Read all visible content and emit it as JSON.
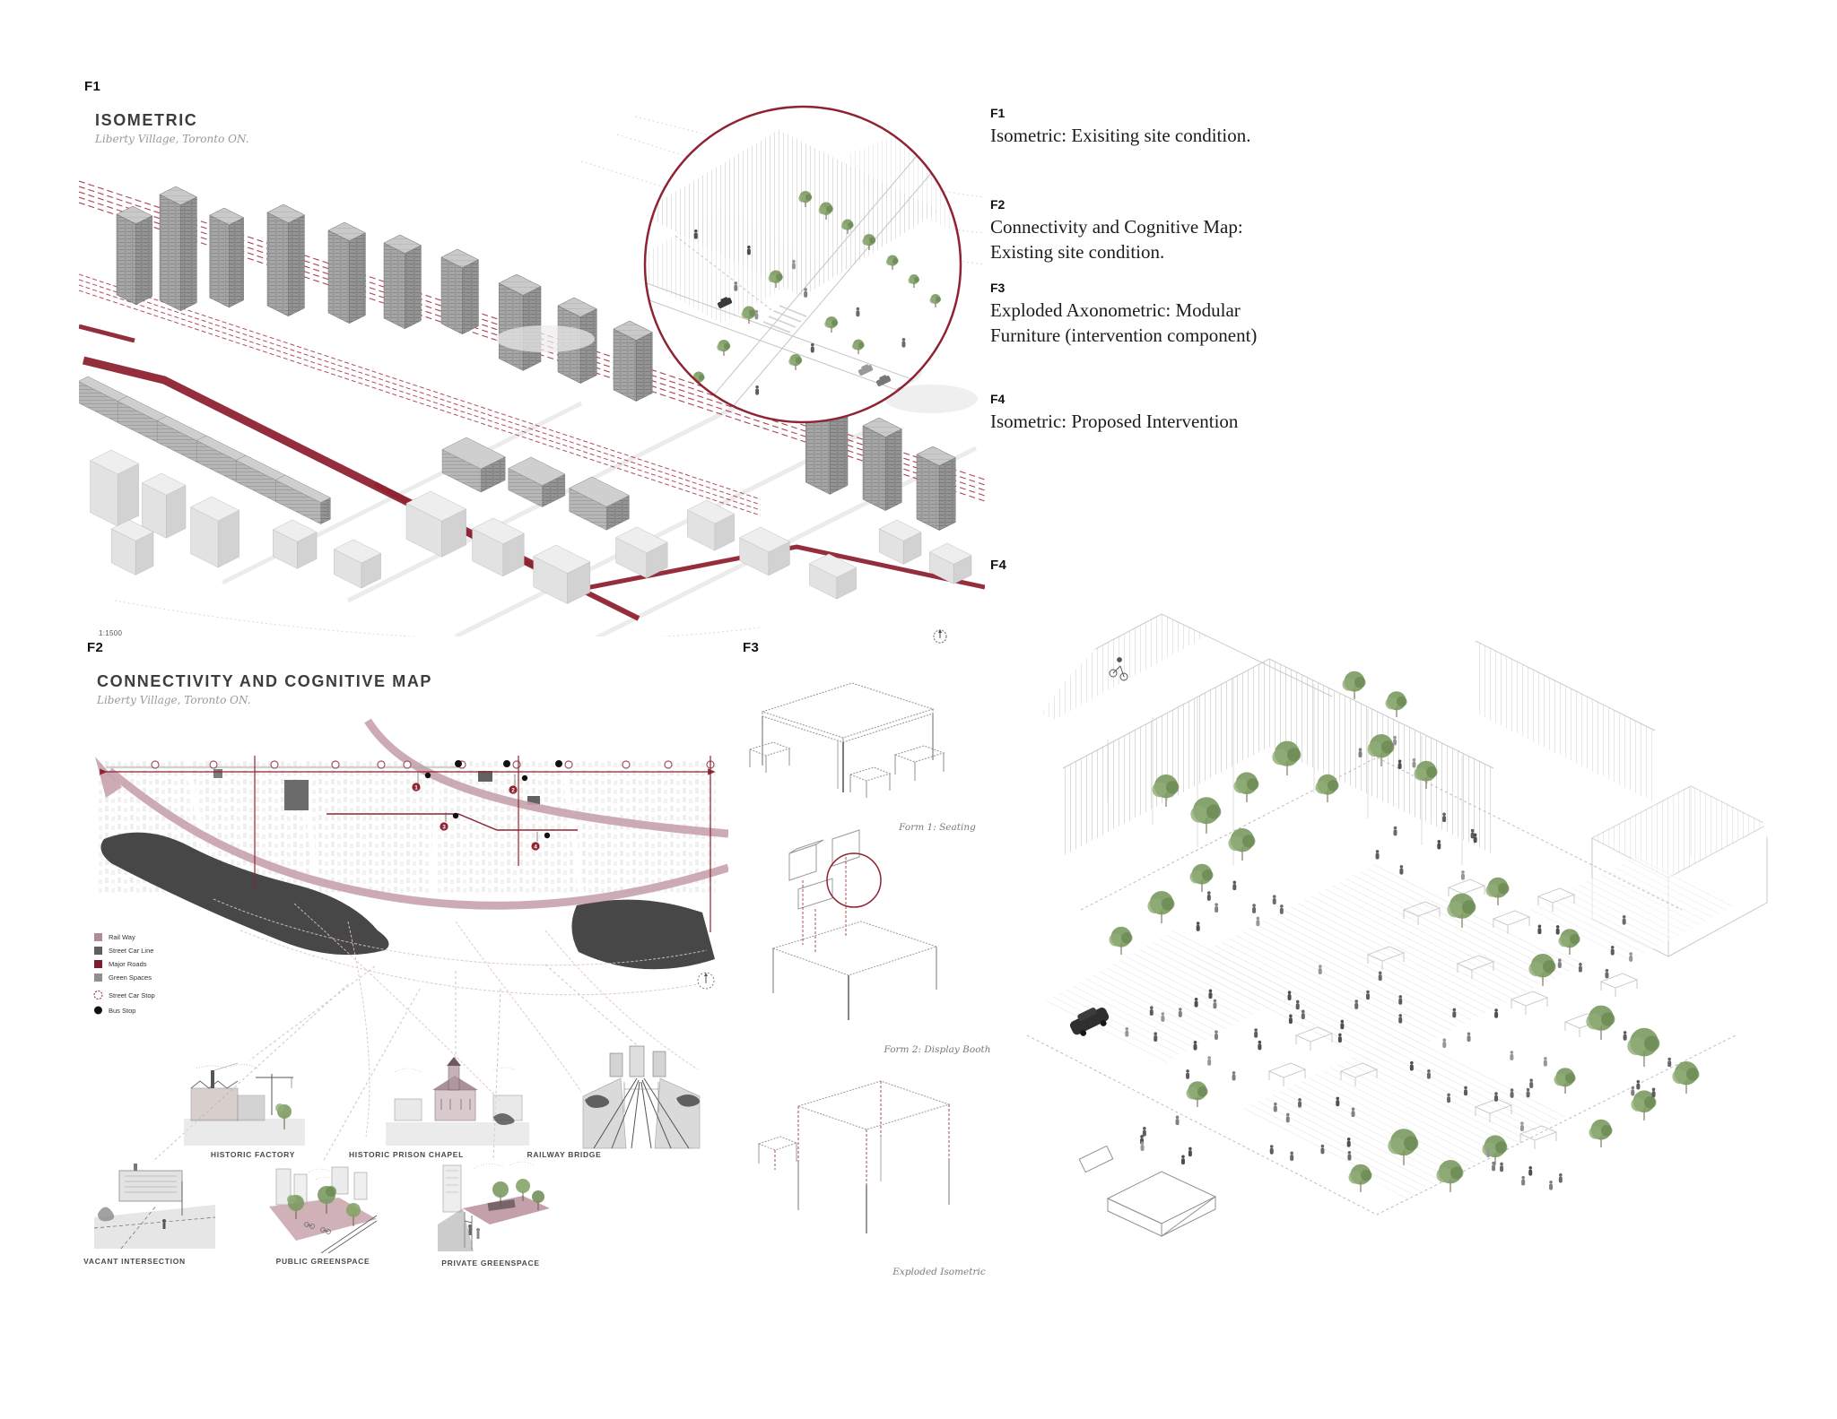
{
  "accent": "#8e2332",
  "pink": "#c7a2ac",
  "f1": {
    "label": "F1",
    "title": "ISOMETRIC",
    "subtitle": "Liberty Village, Toronto ON.",
    "scale": "1:1500"
  },
  "captions": [
    {
      "label": "F1",
      "text": "Isometric: Exisiting site condition."
    },
    {
      "label": "F2",
      "text": "Connectivity and Cognitive Map: Existing site condition."
    },
    {
      "label": "F3",
      "text": "Exploded Axonometric: Modular Furniture (intervention component)"
    },
    {
      "label": "F4",
      "text": "Isometric: Proposed Intervention"
    }
  ],
  "f2": {
    "label": "F2",
    "title": "CONNECTIVITY AND COGNITIVE MAP",
    "subtitle": "Liberty Village, Toronto ON.",
    "legend": [
      {
        "label": "Rail Way",
        "color": "#b08d96",
        "shape": "square"
      },
      {
        "label": "Street Car Line",
        "color": "#5f5f5f",
        "shape": "square"
      },
      {
        "label": "Major Roads",
        "color": "#7c1f2d",
        "shape": "square"
      },
      {
        "label": "Green Spaces",
        "color": "#8f8f8f",
        "shape": "square"
      },
      {
        "label": "Street Car Stop",
        "color": "#8e2332",
        "shape": "ring"
      },
      {
        "label": "Bus Stop",
        "color": "#111111",
        "shape": "dot"
      }
    ],
    "map_markers": [
      "1",
      "2",
      "3",
      "4"
    ],
    "vignettes": [
      {
        "label": "HISTORIC FACTORY"
      },
      {
        "label": "HISTORIC PRISON CHAPEL"
      },
      {
        "label": "RAILWAY BRIDGE"
      },
      {
        "label": "VACANT INTERSECTION"
      },
      {
        "label": "PUBLIC GREENSPACE"
      },
      {
        "label": "PRIVATE GREENSPACE"
      }
    ]
  },
  "f3": {
    "label": "F3",
    "forms": [
      {
        "caption": "Form 1: Seating"
      },
      {
        "caption": "Form 2: Display Booth"
      },
      {
        "caption": "Exploded Isometric"
      }
    ]
  },
  "f4": {
    "label": "F4"
  }
}
